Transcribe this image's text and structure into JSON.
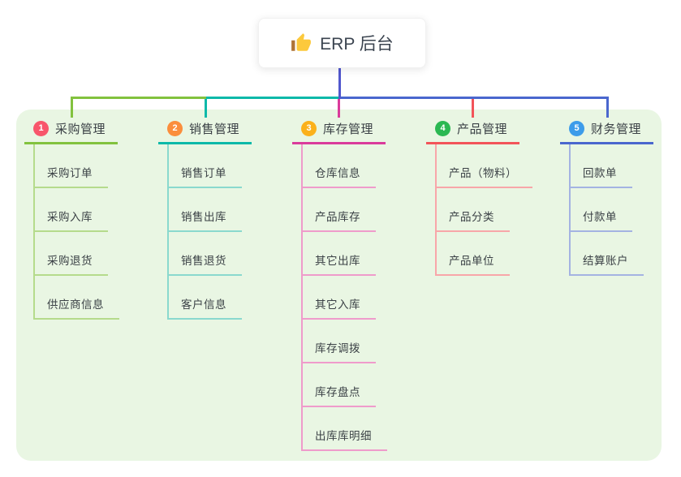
{
  "root": {
    "title": "ERP 后台",
    "icon": "thumbs-up-icon"
  },
  "colors": {
    "stem": "#5157CD",
    "panel_bg": "#E9F6E3",
    "text": "#3D434B",
    "root_bg": "#FFFFFF"
  },
  "branches": [
    {
      "num": "1",
      "title": "采购管理",
      "badge_color": "#F8566B",
      "line_color": "#82C23E",
      "tint_color": "#B5DB8C",
      "children": [
        "采购订单",
        "采购入库",
        "采购退货",
        "供应商信息"
      ]
    },
    {
      "num": "2",
      "title": "销售管理",
      "badge_color": "#FB8E3C",
      "line_color": "#0CB9A9",
      "tint_color": "#8AD9CE",
      "children": [
        "销售订单",
        "销售出库",
        "销售退货",
        "客户信息"
      ]
    },
    {
      "num": "3",
      "title": "库存管理",
      "badge_color": "#FBB11B",
      "line_color": "#DA3B9B",
      "tint_color": "#EF9BCB",
      "children": [
        "仓库信息",
        "产品库存",
        "其它出库",
        "其它入库",
        "库存调拨",
        "库存盘点",
        "出库库明细"
      ]
    },
    {
      "num": "4",
      "title": "产品管理",
      "badge_color": "#2BB852",
      "line_color": "#F25459",
      "tint_color": "#F8A6A9",
      "children": [
        "产品（物料）",
        "产品分类",
        "产品单位"
      ]
    },
    {
      "num": "5",
      "title": "财务管理",
      "badge_color": "#3D9CEA",
      "line_color": "#4A67CE",
      "tint_color": "#A4B3E2",
      "children": [
        "回款单",
        "付款单",
        "结算账户"
      ]
    }
  ]
}
